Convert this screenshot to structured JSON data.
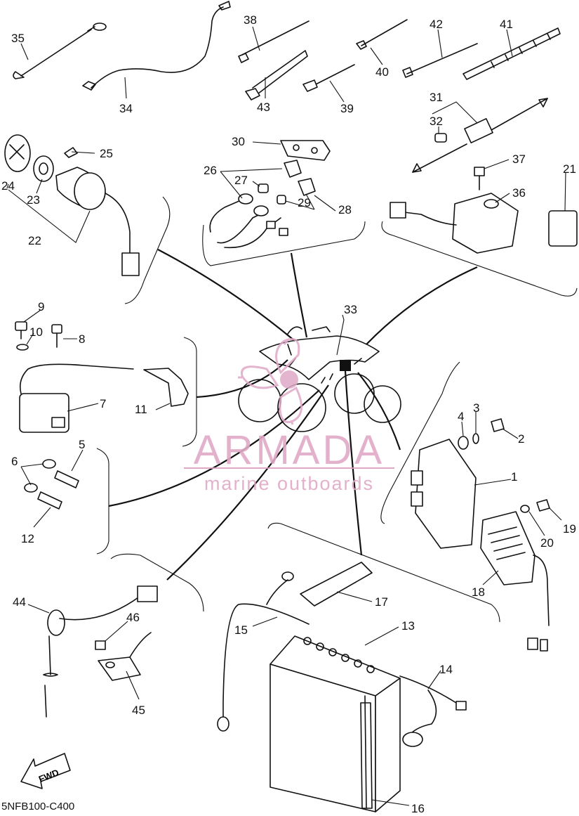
{
  "diagram": {
    "code": "5NFB100-C400",
    "fwd_label": "FWD",
    "watermark": {
      "brand": "ARMADA",
      "tagline": "marine outboards",
      "color": "#e0a9c6",
      "rule_color": "#d9a0c0"
    },
    "callouts": [
      {
        "id": "c35",
        "label": "35"
      },
      {
        "id": "c34",
        "label": "34"
      },
      {
        "id": "c38",
        "label": "38"
      },
      {
        "id": "c43",
        "label": "43"
      },
      {
        "id": "c40",
        "label": "40"
      },
      {
        "id": "c39",
        "label": "39"
      },
      {
        "id": "c42",
        "label": "42"
      },
      {
        "id": "c41",
        "label": "41"
      },
      {
        "id": "c31",
        "label": "31"
      },
      {
        "id": "c32",
        "label": "32"
      },
      {
        "id": "c30",
        "label": "30"
      },
      {
        "id": "c25",
        "label": "25"
      },
      {
        "id": "c24",
        "label": "24"
      },
      {
        "id": "c23",
        "label": "23"
      },
      {
        "id": "c22",
        "label": "22"
      },
      {
        "id": "c26",
        "label": "26"
      },
      {
        "id": "c27",
        "label": "27"
      },
      {
        "id": "c29",
        "label": "29"
      },
      {
        "id": "c28",
        "label": "28"
      },
      {
        "id": "c37",
        "label": "37"
      },
      {
        "id": "c36",
        "label": "36"
      },
      {
        "id": "c21",
        "label": "21"
      },
      {
        "id": "c9",
        "label": "9"
      },
      {
        "id": "c10",
        "label": "10"
      },
      {
        "id": "c8",
        "label": "8"
      },
      {
        "id": "c33",
        "label": "33"
      },
      {
        "id": "c7",
        "label": "7"
      },
      {
        "id": "c11",
        "label": "11"
      },
      {
        "id": "c4",
        "label": "4"
      },
      {
        "id": "c3",
        "label": "3"
      },
      {
        "id": "c2",
        "label": "2"
      },
      {
        "id": "c5",
        "label": "5"
      },
      {
        "id": "c6",
        "label": "6"
      },
      {
        "id": "c1",
        "label": "1"
      },
      {
        "id": "c12",
        "label": "12"
      },
      {
        "id": "c19",
        "label": "19"
      },
      {
        "id": "c20",
        "label": "20"
      },
      {
        "id": "c18",
        "label": "18"
      },
      {
        "id": "c44",
        "label": "44"
      },
      {
        "id": "c17",
        "label": "17"
      },
      {
        "id": "c46",
        "label": "46"
      },
      {
        "id": "c15",
        "label": "15"
      },
      {
        "id": "c13",
        "label": "13"
      },
      {
        "id": "c14",
        "label": "14"
      },
      {
        "id": "c45",
        "label": "45"
      },
      {
        "id": "c16",
        "label": "16"
      }
    ]
  }
}
